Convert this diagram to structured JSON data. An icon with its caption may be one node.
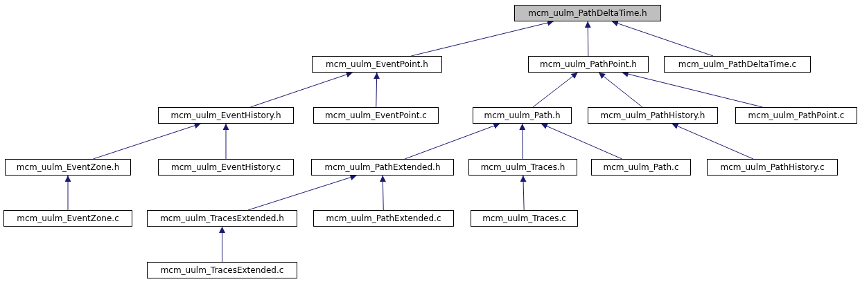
{
  "diagram": {
    "nodes": [
      {
        "text": [
          "mcm_uulm_PathDeltaTime.h"
        ]
      },
      {
        "text": [
          "mcm_uulm_EventPoint.h"
        ]
      },
      {
        "text": [
          "mcm_uulm_PathPoint.h"
        ]
      },
      {
        "text": [
          "mcm_uulm_PathDeltaTime.c"
        ]
      },
      {
        "text": [
          "mcm_uulm_EventHistory.h"
        ]
      },
      {
        "text": [
          "mcm_uulm_EventPoint.c"
        ]
      },
      {
        "text": [
          "mcm_uulm_Path.h"
        ]
      },
      {
        "text": [
          "mcm_uulm_PathHistory.h"
        ]
      },
      {
        "text": [
          "mcm_uulm_PathPoint.c"
        ]
      },
      {
        "text": [
          "mcm_uulm_EventZone.h"
        ]
      },
      {
        "text": [
          "mcm_uulm_EventHistory.c"
        ]
      },
      {
        "text": [
          "mcm_uulm_PathExtended.h"
        ]
      },
      {
        "text": [
          "mcm_uulm_Traces.h"
        ]
      },
      {
        "text": [
          "mcm_uulm_Path.c"
        ]
      },
      {
        "text": [
          "mcm_uulm_PathHistory.c"
        ]
      },
      {
        "text": [
          "mcm_uulm_EventZone.c"
        ]
      },
      {
        "text": [
          "mcm_uulm_TracesExtended.h"
        ]
      },
      {
        "text": [
          "mcm_uulm_PathExtended.c"
        ]
      },
      {
        "text": [
          "mcm_uulm_Traces.c"
        ]
      },
      {
        "text": [
          "mcm_uulm_TracesExtended.c"
        ]
      }
    ],
    "edges": [
      {
        "from": 1,
        "to": 0,
        "arrow": "to"
      },
      {
        "from": 2,
        "to": 0,
        "arrow": "to"
      },
      {
        "from": 3,
        "to": 0,
        "arrow": "to"
      },
      {
        "from": 4,
        "to": 1,
        "arrow": "to"
      },
      {
        "from": 5,
        "to": 1,
        "arrow": "to"
      },
      {
        "from": 6,
        "to": 2,
        "arrow": "to"
      },
      {
        "from": 7,
        "to": 2,
        "arrow": "to"
      },
      {
        "from": 8,
        "to": 2,
        "arrow": "to"
      },
      {
        "from": 9,
        "to": 4,
        "arrow": "to"
      },
      {
        "from": 10,
        "to": 4,
        "arrow": "to"
      },
      {
        "from": 11,
        "to": 6,
        "arrow": "to"
      },
      {
        "from": 12,
        "to": 6,
        "arrow": "to"
      },
      {
        "from": 13,
        "to": 6,
        "arrow": "to"
      },
      {
        "from": 14,
        "to": 7,
        "arrow": "to"
      },
      {
        "from": 15,
        "to": 9,
        "arrow": "to"
      },
      {
        "from": 16,
        "to": 11,
        "arrow": "to"
      },
      {
        "from": 17,
        "to": 11,
        "arrow": "to"
      },
      {
        "from": 18,
        "to": 12,
        "arrow": "to"
      },
      {
        "from": 19,
        "to": 16,
        "arrow": "to"
      }
    ]
  }
}
